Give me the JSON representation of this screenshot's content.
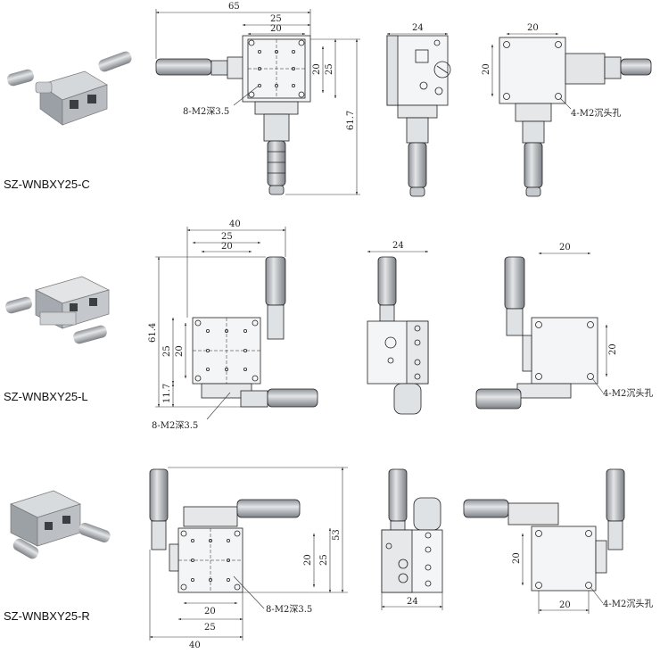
{
  "models": [
    {
      "name": "SZ-WNBXY25-C"
    },
    {
      "name": "SZ-WNBXY25-L"
    },
    {
      "name": "SZ-WNBXY25-R"
    }
  ],
  "dims": {
    "c": {
      "d65": "65",
      "d25": "25",
      "d20": "20",
      "d20v": "20",
      "d25v": "25",
      "d617": "61.7",
      "side24": "24",
      "top20": "20",
      "side20": "20",
      "note_thread": "8-M2深3.5",
      "note_cbore": "4-M2沉头孔"
    },
    "l": {
      "d40": "40",
      "d25": "25",
      "d20": "20",
      "d614": "61.4",
      "d25v": "25",
      "d20v": "20",
      "d117": "11.7",
      "side24": "24",
      "top20": "20",
      "right20": "20",
      "note_thread": "8-M2深3.5",
      "note_cbore": "4-M2沉头孔"
    },
    "r": {
      "d53": "53",
      "d20v": "20",
      "d25v": "25",
      "b20": "20",
      "b25": "25",
      "b40": "40",
      "side24": "24",
      "left20": "20",
      "bot20": "20",
      "note_thread": "8-M2深3.5",
      "note_cbore": "4-M2沉头孔"
    }
  },
  "colors": {
    "line": "#222222",
    "dimline": "#333333",
    "metal": "#b9bcbf",
    "metal_dark": "#7b7f84",
    "accent": "#e0e2e4"
  }
}
